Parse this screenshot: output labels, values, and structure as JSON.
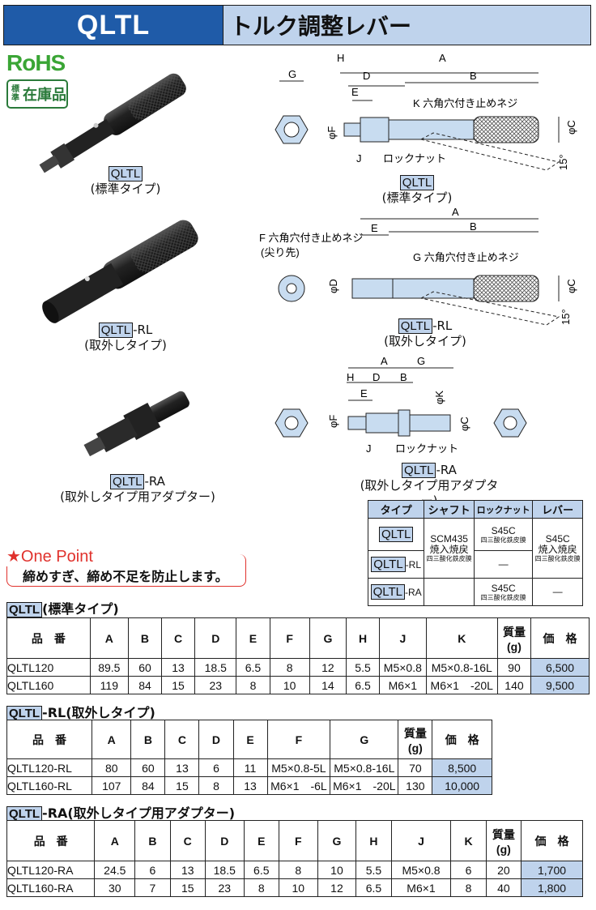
{
  "header": {
    "code": "QLTL",
    "title": "トルク調整レバー"
  },
  "badges": {
    "rohs": "RoHS",
    "stock_small": "標準",
    "stock_large": "在庫品"
  },
  "products": [
    {
      "tag": "QLTL",
      "suffix": "",
      "type": "(標準タイプ)"
    },
    {
      "tag": "QLTL",
      "suffix": "-RL",
      "type": "(取外しタイプ)"
    },
    {
      "tag": "QLTL",
      "suffix": "-RA",
      "type": "(取外しタイプ用アダプター)"
    }
  ],
  "drawing_labels": {
    "d1": {
      "A": "A",
      "B": "B",
      "D": "D",
      "E": "E",
      "G": "G",
      "H": "H",
      "J": "J",
      "F": "φF",
      "C": "φC",
      "K": "K 六角穴付き止めネジ",
      "lock": "ロックナット",
      "angle": "15°"
    },
    "d2": {
      "A": "A",
      "B": "B",
      "E": "E",
      "D": "φD",
      "C": "φC",
      "F": "F 六角穴付き止めネジ",
      "F2": "(尖り先)",
      "G": "G 六角穴付き止めネジ",
      "angle": "15°"
    },
    "d3": {
      "A": "A",
      "G": "G",
      "H": "H",
      "D": "D",
      "B": "B",
      "E": "E",
      "F": "φF",
      "K": "φK",
      "C": "φC",
      "J": "J",
      "lock": "ロックナット"
    }
  },
  "material_table": {
    "headers": [
      "タイプ",
      "シャフト",
      "ロックナット",
      "レバー"
    ],
    "types": [
      "QLTL",
      "QLTL",
      "QLTL"
    ],
    "suffixes": [
      "",
      "-RL",
      "-RA"
    ],
    "shaft": "SCM435",
    "shaft2": "焼入焼戻",
    "shaft3": "四三酸化鉄皮膜",
    "lock1": "S45C",
    "lock1b": "四三酸化鉄皮膜",
    "lock2": "—",
    "lock3": "S45C",
    "lock3b": "四三酸化鉄皮膜",
    "lever1": "S45C",
    "lever1b": "焼入焼戻",
    "lever1c": "四三酸化鉄皮膜",
    "lever3": "—"
  },
  "one_point": {
    "title": "★One Point",
    "text": "締めすぎ、締め不足を防止します。"
  },
  "table1": {
    "tag": "QLTL",
    "title": "(標準タイプ)",
    "headers": [
      "品　番",
      "A",
      "B",
      "C",
      "D",
      "E",
      "F",
      "G",
      "H",
      "J",
      "K",
      "質量\n(g)",
      "価　格"
    ],
    "rows": [
      [
        "QLTL120",
        "89.5",
        "60",
        "13",
        "18.5",
        "6.5",
        "8",
        "12",
        "5.5",
        "M5×0.8",
        "M5×0.8-16L",
        "90",
        "6,500"
      ],
      [
        "QLTL160",
        "119",
        "84",
        "15",
        "23",
        "8",
        "10",
        "14",
        "6.5",
        "M6×1",
        "M6×1　-20L",
        "140",
        "9,500"
      ]
    ]
  },
  "table2": {
    "tag": "QLTL",
    "title": "-RL(取外しタイプ)",
    "headers": [
      "品　番",
      "A",
      "B",
      "C",
      "D",
      "E",
      "F",
      "G",
      "質量\n(g)",
      "価　格"
    ],
    "rows": [
      [
        "QLTL120-RL",
        "80",
        "60",
        "13",
        "6",
        "11",
        "M5×0.8-5L",
        "M5×0.8-16L",
        "70",
        "8,500"
      ],
      [
        "QLTL160-RL",
        "107",
        "84",
        "15",
        "8",
        "13",
        "M6×1　-6L",
        "M6×1　-20L",
        "130",
        "10,000"
      ]
    ]
  },
  "table3": {
    "tag": "QLTL",
    "title": "-RA(取外しタイプ用アダプター)",
    "headers": [
      "品　番",
      "A",
      "B",
      "C",
      "D",
      "E",
      "F",
      "G",
      "H",
      "J",
      "K",
      "質量\n(g)",
      "価　格"
    ],
    "rows": [
      [
        "QLTL120-RA",
        "24.5",
        "6",
        "13",
        "18.5",
        "6.5",
        "8",
        "10",
        "5.5",
        "M5×0.8",
        "6",
        "20",
        "1,700"
      ],
      [
        "QLTL160-RA",
        "30",
        "7",
        "15",
        "23",
        "8",
        "10",
        "12",
        "6.5",
        "M6×1",
        "8",
        "40",
        "1,800"
      ]
    ]
  }
}
